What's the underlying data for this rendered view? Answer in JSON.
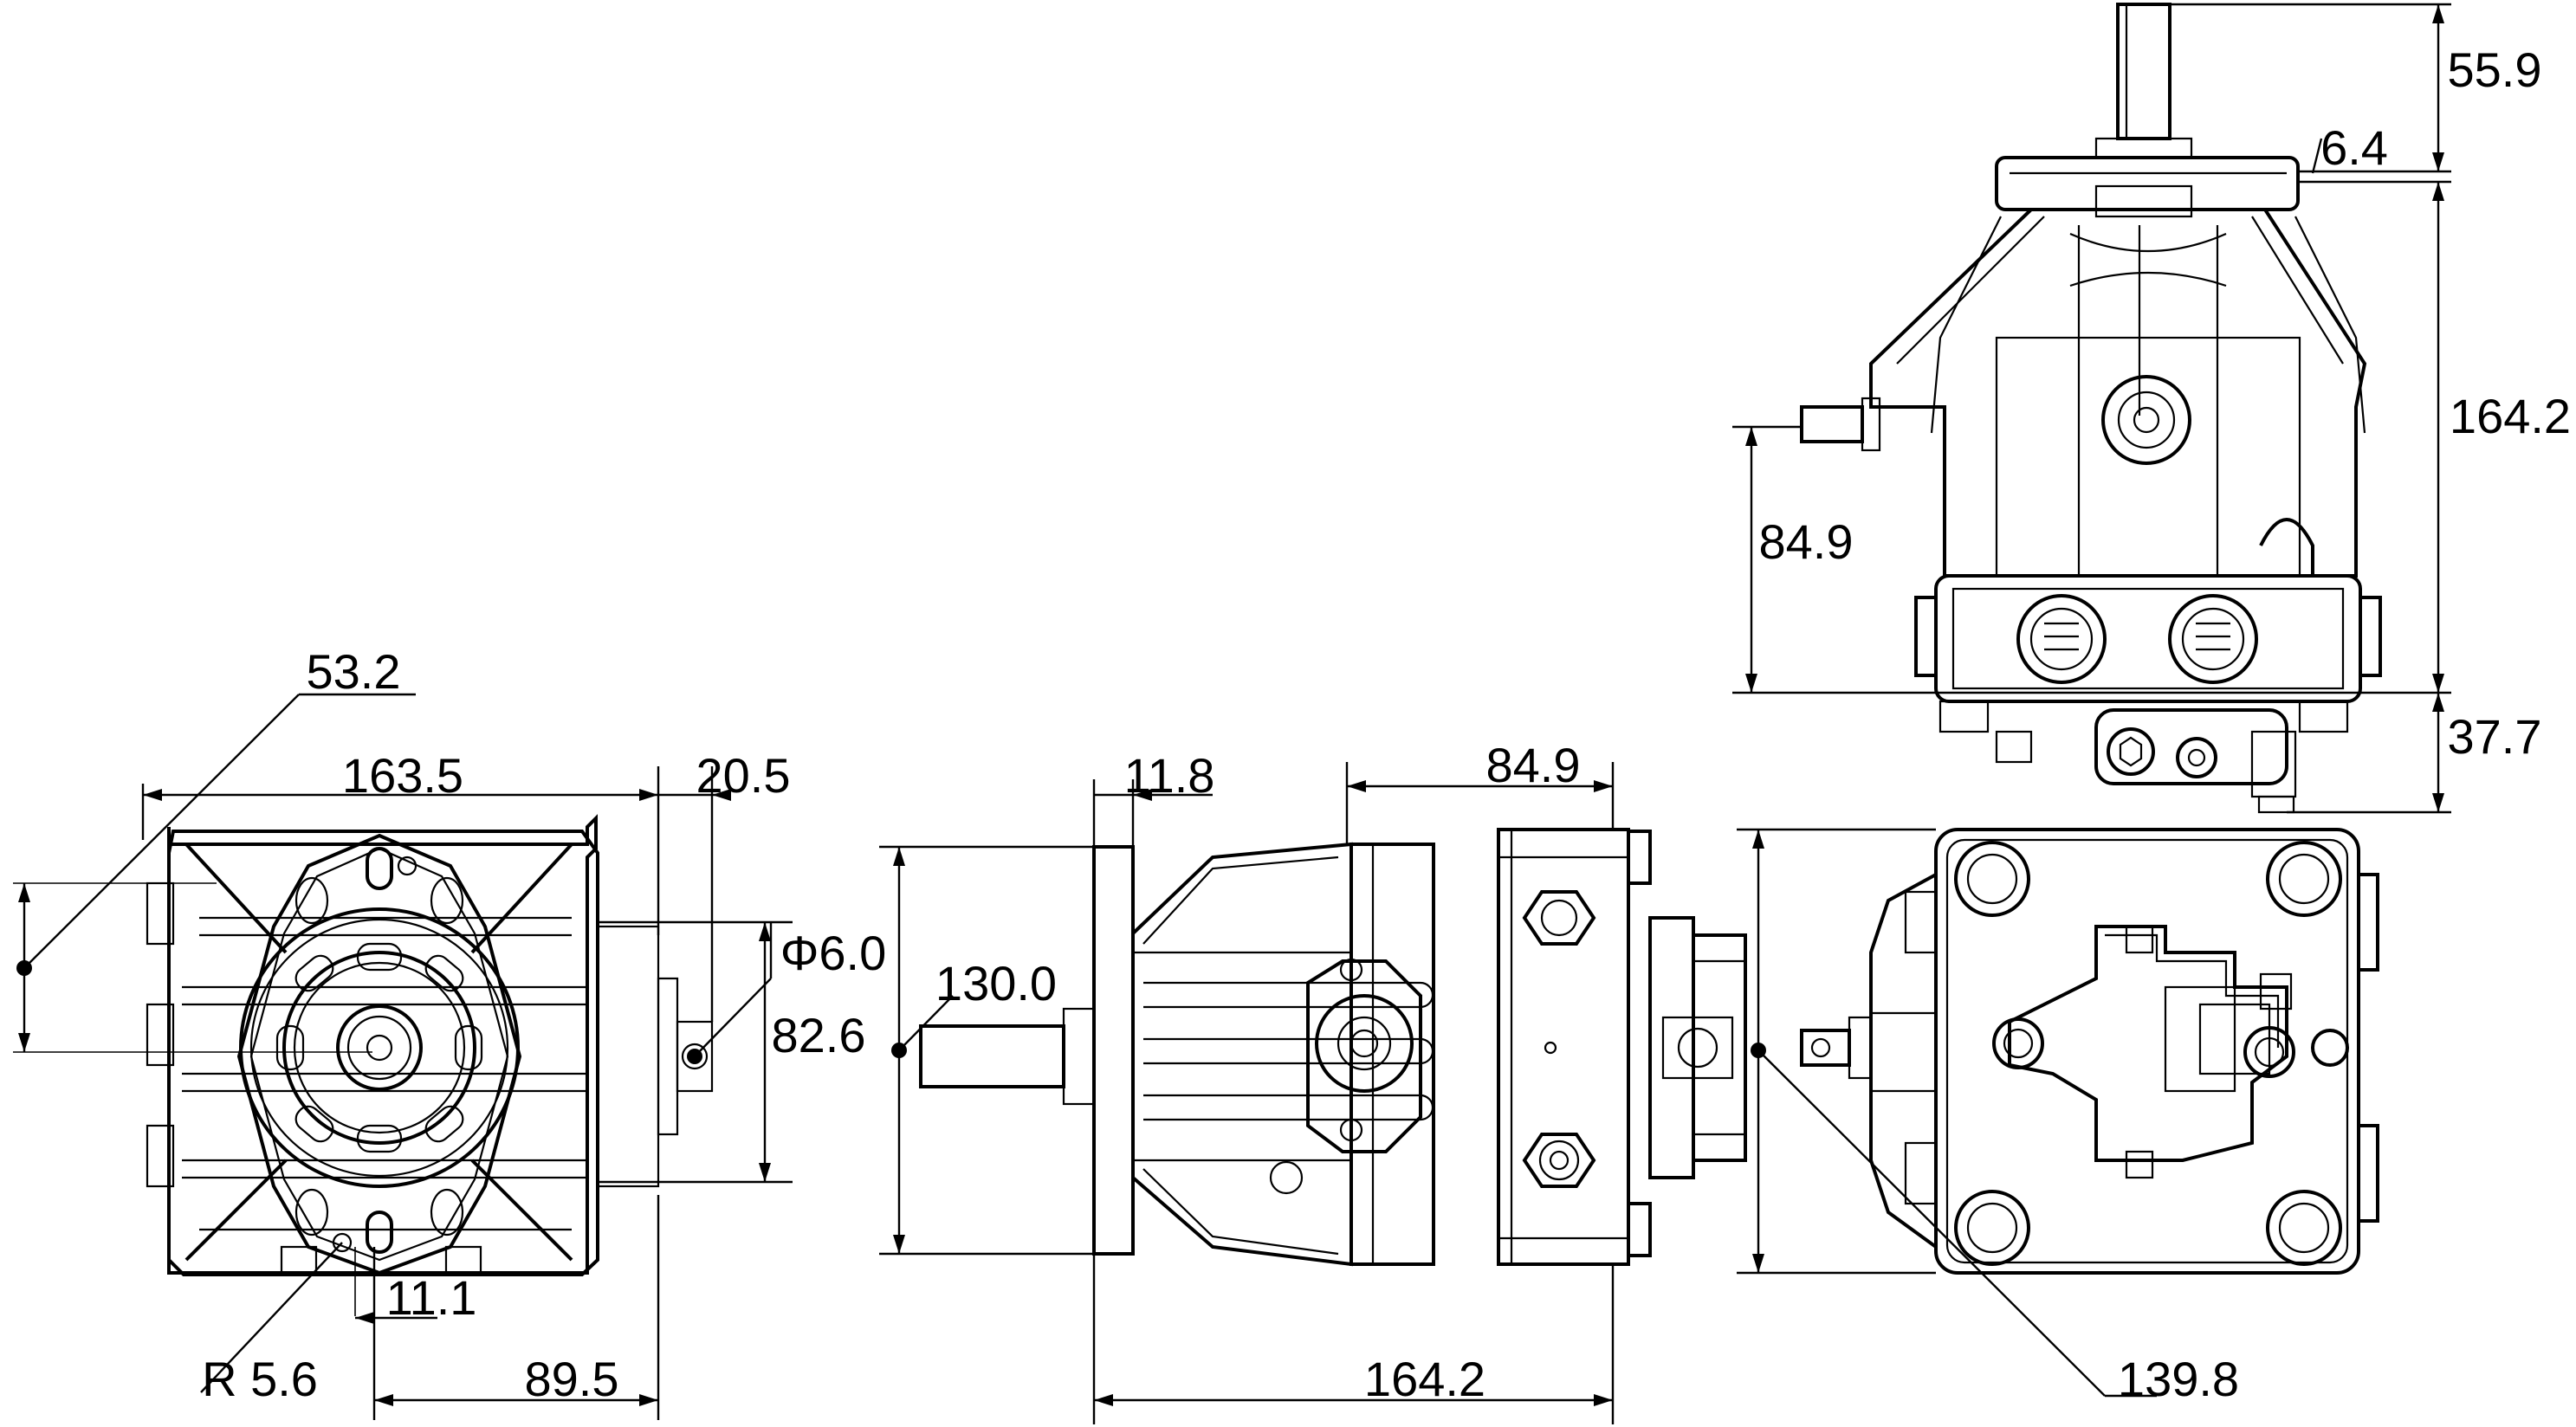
{
  "dimensions": {
    "front_corner_radius": "53.2",
    "front_width": "163.5",
    "front_shaft_protrusion": "20.5",
    "front_key_diameter": "Φ6.0",
    "front_height": "82.6",
    "front_key_width": "11.1",
    "front_radius": "R 5.6",
    "front_half_width": "89.5",
    "side_flange_thickness": "11.8",
    "side_body_length": "84.9",
    "side_height": "130.0",
    "side_total_length": "164.2",
    "top_shaft_length": "55.9",
    "top_shoulder": "6.4",
    "top_height": "164.2",
    "top_port_height": "84.9",
    "top_bottom_offset": "37.7",
    "rear_diagonal": "139.8"
  }
}
